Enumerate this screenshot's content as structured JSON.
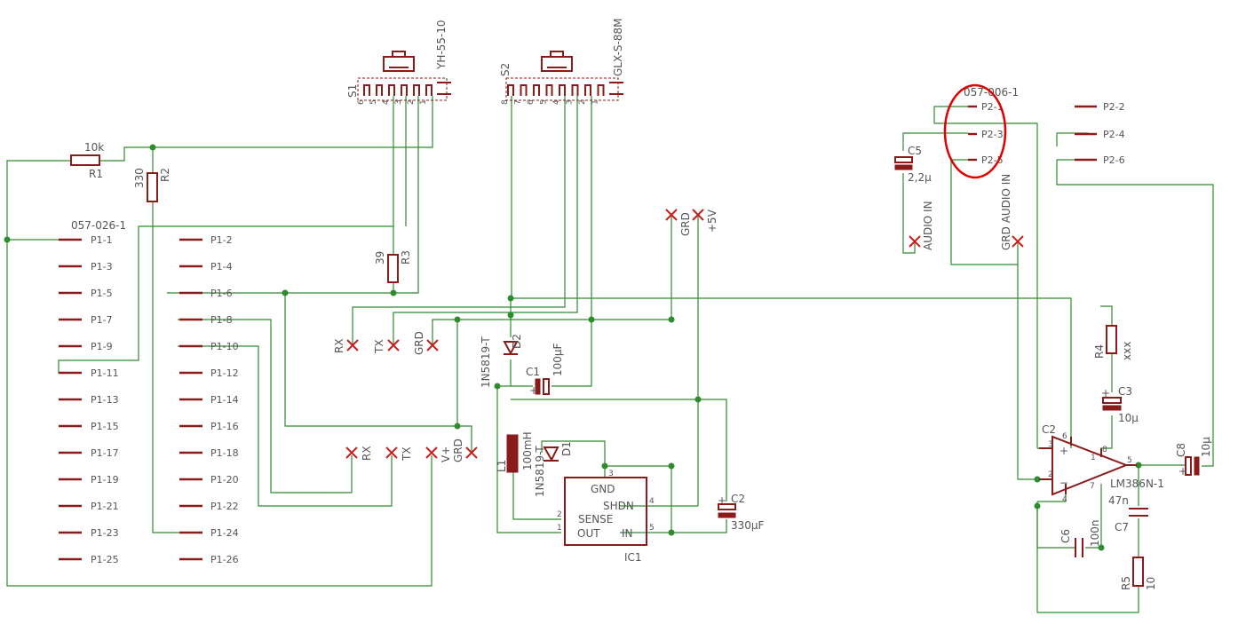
{
  "colors": {
    "wire": "#2e8b2e",
    "component": "#8b1a1a",
    "text": "#555555",
    "highlight": "#e00000",
    "marker": "#c81e1e"
  },
  "connectors": {
    "s1": {
      "ref": "S1",
      "part": "YH-55-10",
      "pins": [
        "6",
        "5",
        "4",
        "3",
        "2",
        "1"
      ]
    },
    "s2": {
      "ref": "S2",
      "part": "GLX-S-88M",
      "pins": [
        "8",
        "7",
        "6",
        "5",
        "4",
        "3",
        "2",
        "1"
      ]
    }
  },
  "headers": {
    "p1": {
      "name": "057-026-1",
      "left": [
        "P1-1",
        "P1-3",
        "P1-5",
        "P1-7",
        "P1-9",
        "P1-11",
        "P1-13",
        "P1-15",
        "P1-17",
        "P1-19",
        "P1-21",
        "P1-23",
        "P1-25"
      ],
      "right": [
        "P1-2",
        "P1-4",
        "P1-6",
        "P1-8",
        "P1-10",
        "P1-12",
        "P1-14",
        "P1-16",
        "P1-18",
        "P1-20",
        "P1-22",
        "P1-24",
        "P1-26"
      ]
    },
    "p2": {
      "name": "057-006-1",
      "left": [
        "P2-1",
        "P2-3",
        "P2-5"
      ],
      "right": [
        "P2-2",
        "P2-4",
        "P2-6"
      ]
    }
  },
  "resistors": {
    "r1": {
      "ref": "R1",
      "value": "10k"
    },
    "r2": {
      "ref": "R2",
      "value": "330"
    },
    "r3": {
      "ref": "R3",
      "value": "39"
    },
    "r4": {
      "ref": "R4",
      "value": "xxx"
    },
    "r5": {
      "ref": "R5",
      "value": "10"
    }
  },
  "capacitors": {
    "c1": {
      "ref": "C1",
      "value": "100µF"
    },
    "c2": {
      "ref": "C2",
      "value": "330µF"
    },
    "c3": {
      "ref": "C3",
      "value": "10µ"
    },
    "c5": {
      "ref": "C5",
      "value": "2,2µ"
    },
    "c6": {
      "ref": "C6",
      "value": "100n"
    },
    "c7": {
      "ref": "C7",
      "value": "47n"
    },
    "c8": {
      "ref": "C8",
      "value": "10µ"
    },
    "lm_c2": "C2"
  },
  "diodes": {
    "d1": {
      "ref": "D1",
      "part": "1N5819-T"
    },
    "d2": {
      "ref": "D2",
      "part": "1N5819-T"
    }
  },
  "inductor": {
    "ref": "L1",
    "value": "100mH"
  },
  "ic1": {
    "ref": "IC1",
    "gnd": "GND",
    "shdn": "SHDN",
    "sense": "SENSE",
    "out": "OUT",
    "in": "IN",
    "pin3": "3",
    "pin4": "4",
    "pin2": "2",
    "pin1": "1",
    "pin5": "5"
  },
  "amp": {
    "ref": "LM386N-1",
    "pins": {
      "p3": "3",
      "p6": "6",
      "p2": "2",
      "p4": "4",
      "p7": "7",
      "p8": "8",
      "p1": "1",
      "p5": "5"
    },
    "plus": "+",
    "minus": "−"
  },
  "labels": {
    "rx_top": "RX",
    "tx_top": "TX",
    "grd_top": "GRD",
    "rx_bot": "RX",
    "tx_bot": "TX",
    "v_bot": "V+",
    "grd_bot": "GRD",
    "grd_pwr": "GRD",
    "v5_pwr": "+5V",
    "audio_in": "AUDIO IN",
    "grd_audio_in": "GRD AUDIO IN"
  }
}
